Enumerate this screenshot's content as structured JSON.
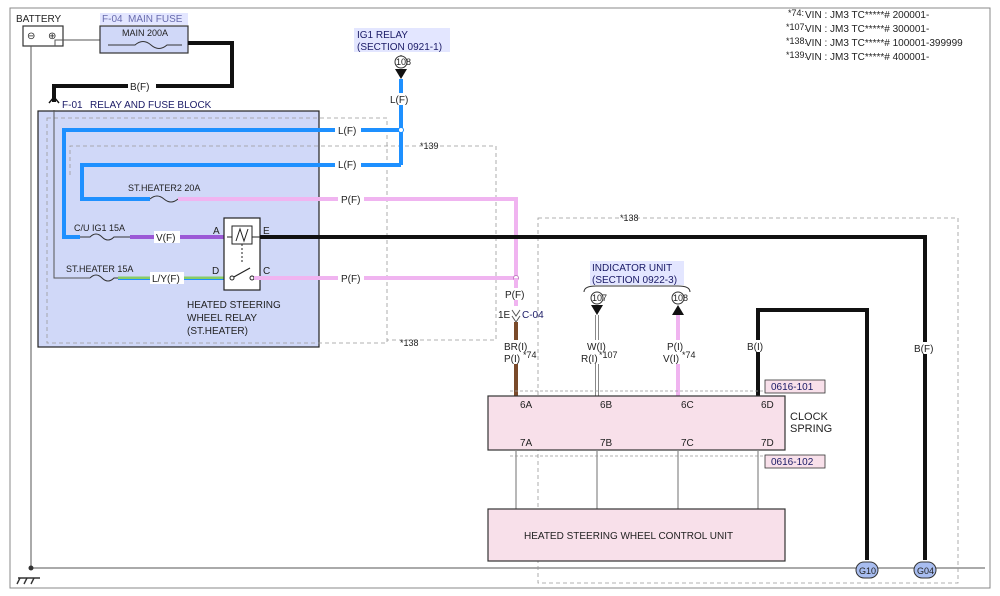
{
  "battery": {
    "label": "BATTERY",
    "neg": "⊖",
    "pos": "⊕"
  },
  "main_fuse": {
    "ref": "F-04",
    "title": "MAIN FUSE",
    "rating": "MAIN 200A"
  },
  "relay_block": {
    "ref": "F-01",
    "title": "RELAY AND FUSE BLOCK"
  },
  "ig1_relay": {
    "title": "IG1 RELAY",
    "section": "(SECTION 0921-1)",
    "connector": "108"
  },
  "indicator_unit": {
    "title": "INDICATOR UNIT",
    "section": "(SECTION 0922-3)",
    "connector_left": "107",
    "connector_right": "108"
  },
  "legend": [
    {
      "sup": "*74:",
      "text": "VIN : JM3 TC*****# 200001-"
    },
    {
      "sup": "*107:",
      "text": "VIN : JM3 TC*****# 300001-"
    },
    {
      "sup": "*138:",
      "text": "VIN : JM3 TC*****# 100001-399999"
    },
    {
      "sup": "*139:",
      "text": "VIN : JM3 TC*****# 400001-"
    }
  ],
  "fuses": {
    "st_heater2": "ST.HEATER2 20A",
    "cu_ig1": "C/U IG1 15A",
    "st_heater": "ST.HEATER 15A"
  },
  "relay": {
    "name_line1": "HEATED STEERING",
    "name_line2": "WHEEL RELAY",
    "name_line3": "(ST.HEATER)",
    "pin_a": "A",
    "pin_d": "D",
    "pin_e": "E",
    "pin_c": "C"
  },
  "wires": {
    "bf_top": "B(F)",
    "lf_relay": "L(F)",
    "lf_1": "L(F)",
    "lf_2": "L(F)",
    "pf_1": "P(F)",
    "vf": "V(F)",
    "lyf": "L/Y(F)",
    "pf_2": "P(F)",
    "pf_vert": "P(F)",
    "br": "BR(I)",
    "pi": "P(I)",
    "pi_sup": "*74",
    "wi": "W(I)",
    "ri": "R(I)",
    "ri_sup": "*107",
    "pi2": "P(I)",
    "vi": "V(I)",
    "vi_sup": "*74",
    "bi": "B(I)",
    "bf_right": "B(F)"
  },
  "dashed_notes": {
    "n139": "*139",
    "n138_top": "*138",
    "n138_bottom": "*138"
  },
  "connector_c04": {
    "pin": "1E",
    "ref": "C-04"
  },
  "clock_spring": {
    "line1": "CLOCK",
    "line2": "SPRING",
    "connector_top": "0616-101",
    "connector_bottom": "0616-102",
    "pins_top": [
      "6A",
      "6B",
      "6C",
      "6D"
    ],
    "pins_bottom": [
      "7A",
      "7B",
      "7C",
      "7D"
    ]
  },
  "control_unit": {
    "label": "HEATED STEERING WHEEL CONTROL UNIT"
  },
  "grounds": {
    "g10": "G10",
    "g04": "G04"
  },
  "colors": {
    "blue_wire": "#1e90ff",
    "pink_wire": "#f0b4f0",
    "purple_wire": "#9b59d6",
    "brown_wire": "#7a4a2a",
    "green_wire": "#88cc66",
    "block_fill": "#d0d8f8",
    "pink_fill": "#f8e0ea",
    "ground_fill": "#a8bdf0"
  }
}
